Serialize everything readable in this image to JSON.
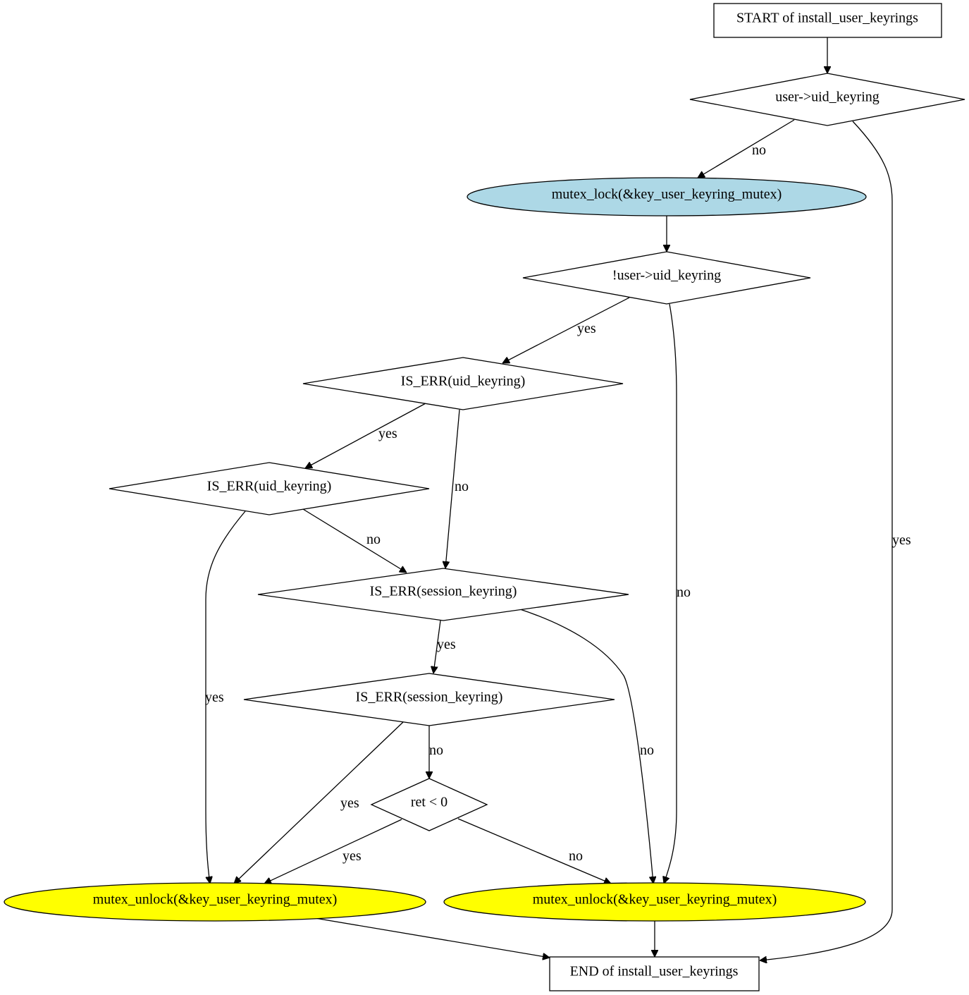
{
  "colors": {
    "lock_fill": "#add8e6",
    "unlock_fill": "#ffff00",
    "default_fill": "#ffffff",
    "stroke": "#000000"
  },
  "nodes": {
    "start": "START of install_user_keyrings",
    "cond_uid_keyring": "user->uid_keyring",
    "mutex_lock": "mutex_lock(&key_user_keyring_mutex)",
    "cond_not_uid_keyring": "!user->uid_keyring",
    "cond_is_err_uid_1": "IS_ERR(uid_keyring)",
    "cond_is_err_uid_2": "IS_ERR(uid_keyring)",
    "cond_is_err_session_1": "IS_ERR(session_keyring)",
    "cond_is_err_session_2": "IS_ERR(session_keyring)",
    "cond_ret": "ret < 0",
    "mutex_unlock_left": "mutex_unlock(&key_user_keyring_mutex)",
    "mutex_unlock_right": "mutex_unlock(&key_user_keyring_mutex)",
    "end": "END of install_user_keyrings"
  },
  "edges": {
    "uid_no": "no",
    "uid_yes": "yes",
    "notuid_yes": "yes",
    "notuid_no": "no",
    "err1_yes": "yes",
    "err1_no": "no",
    "err2_yes": "yes",
    "err2_no": "no",
    "sess1_yes": "yes",
    "sess1_no": "no",
    "sess2_yes": "yes",
    "sess2_no": "no",
    "ret_yes": "yes",
    "ret_no": "no"
  }
}
